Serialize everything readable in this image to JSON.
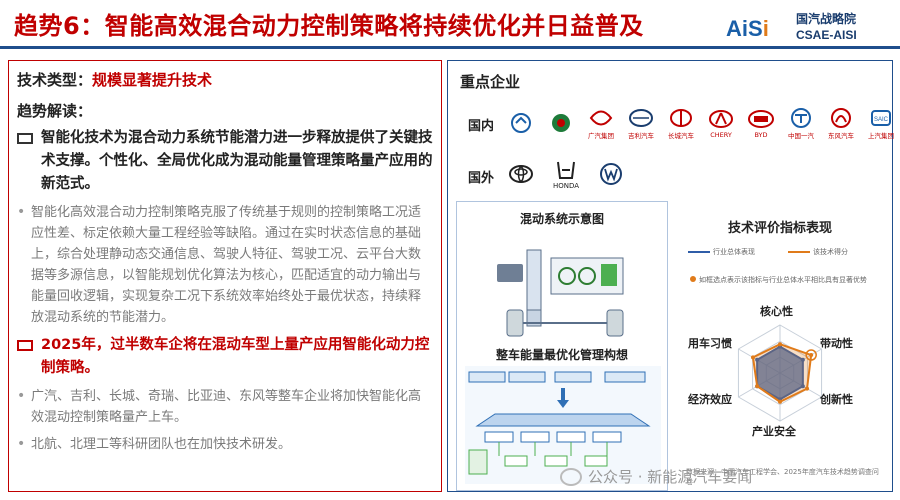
{
  "title": "趋势6：智能高效混合动力控制策略将持续优化并日益普及",
  "logo": {
    "brand": "AiSi",
    "cn": "国汽战略院",
    "en": "CSAE-AISI"
  },
  "left": {
    "tech_type_label": "技术类型：",
    "tech_type_value": "规模显著提升技术",
    "trend_heading": "趋势解读：",
    "points": [
      {
        "text": "智能化技术为混合动力系统节能潜力进一步释放提供了关键技术支撑。个性化、全局优化成为混动能量管理策略量产应用的新范式。",
        "details": [
          "智能化高效混合动力控制策略克服了传统基于规则的控制策略工况适应性差、标定依赖大量工程经验等缺陷。通过在实时状态信息的基础上，综合处理静动态交通信息、驾驶人特征、驾驶工况、云平台大数据等多源信息，以智能规划优化算法为核心，匹配适宜的动力输出与能量回收逻辑，实现复杂工况下系统效率始终处于最优状态，持续释放混动系统的节能潜力。"
        ]
      },
      {
        "text": "2025年，过半数车企将在混动车型上量产应用智能化动力控制策略。",
        "details": [
          "广汽、吉利、长城、奇瑞、比亚迪、东风等整车企业将加快智能化高效混动控制策略量产上车。",
          "北航、北理工等科研团队也在加快技术研发。"
        ]
      }
    ]
  },
  "right": {
    "heading": "重点企业",
    "domestic_label": "国内",
    "foreign_label": "国外",
    "domestic_brands": [
      "",
      "",
      "广汽集团",
      "吉利汽车",
      "长城汽车",
      "CHERY",
      "BYD",
      "中国一汽",
      "东风汽车",
      "上汽集团"
    ],
    "foreign_brands": [
      "",
      "HONDA",
      ""
    ],
    "diagram_title": "混动系统示意图",
    "diagram_subtitle": "整车能量最优化管理构想",
    "eval": {
      "title": "技术评价指标表现",
      "legend_industry": "行业总体表现",
      "legend_tech": "该技术得分",
      "note": "如框选点表示该指标与行业总体水平相比具有显著优势",
      "axes": [
        "核心性",
        "带动性",
        "创新性",
        "产业安全",
        "经济效应",
        "用车习惯"
      ],
      "source": "数据来源：中国汽车工程学会、2025年度汽车技术趋势调查问卷"
    }
  },
  "chart_data": {
    "type": "radar",
    "title": "技术评价指标表现",
    "axes": [
      "核心性",
      "带动性",
      "创新性",
      "产业安全",
      "经济效应",
      "用车习惯"
    ],
    "series": [
      {
        "name": "行业总体表现",
        "values": [
          0.55,
          0.55,
          0.55,
          0.55,
          0.55,
          0.55
        ]
      },
      {
        "name": "该技术得分",
        "values": [
          0.6,
          0.75,
          0.65,
          0.6,
          0.55,
          0.65
        ]
      }
    ],
    "highlighted_axes": [
      "带动性"
    ],
    "colors": {
      "industry": "#2f5da8",
      "tech": "#e07b1a"
    }
  },
  "footer": {
    "text": "公众号 · 新能源汽车要闻"
  }
}
